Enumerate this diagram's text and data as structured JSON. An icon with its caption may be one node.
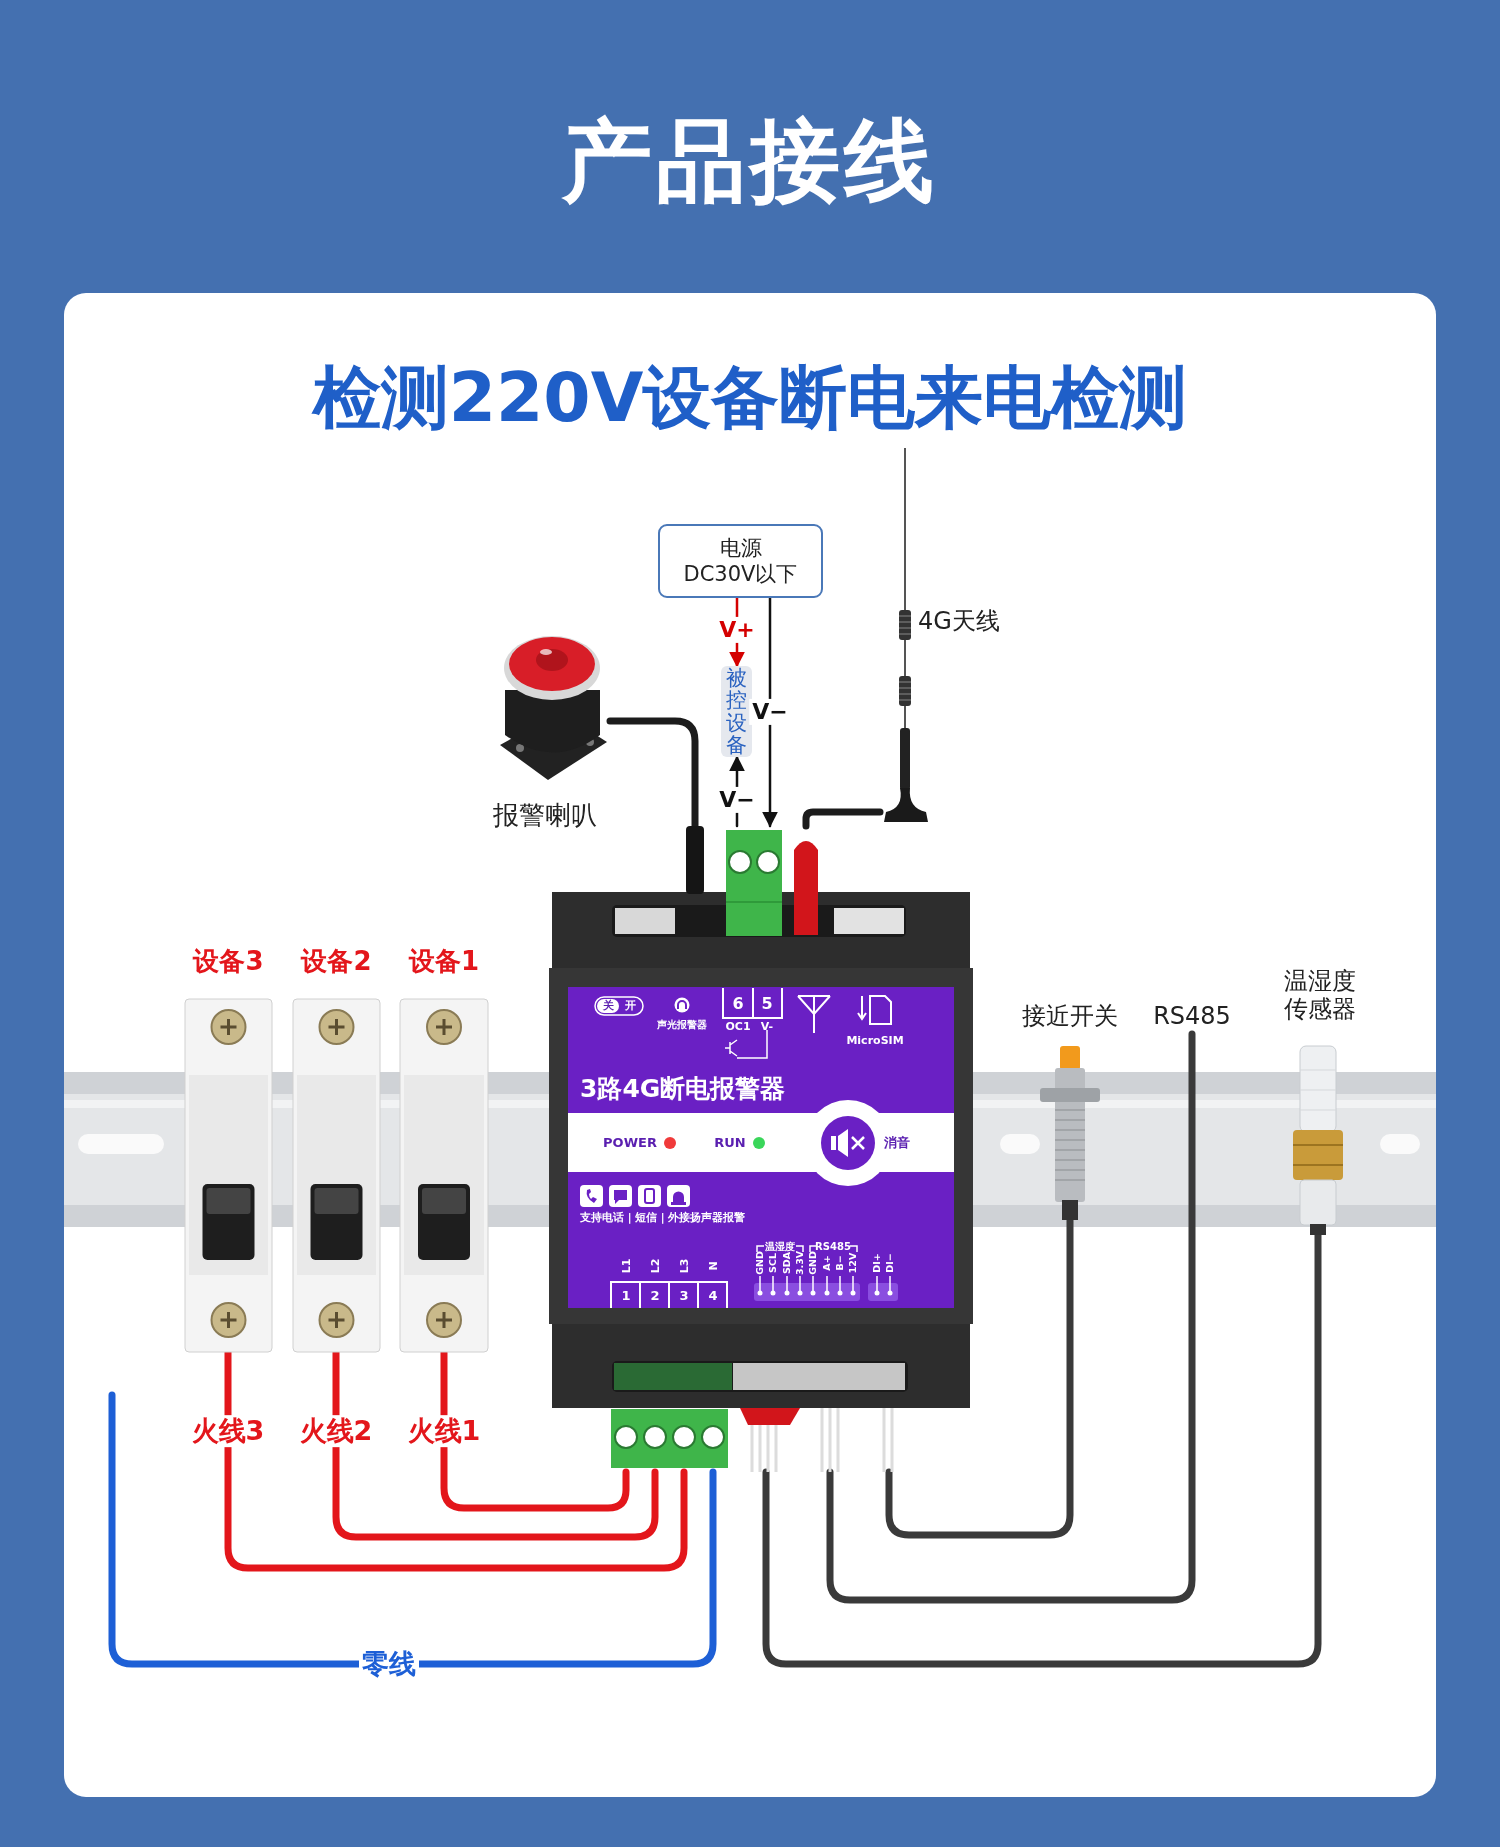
{
  "diagram": {
    "title": "产品接线",
    "nodes": [
      {
        "text": [
          "电源",
          "DC30V以下"
        ]
      },
      {
        "text": [
          "被控设备"
        ]
      },
      {
        "text": [
          "关",
          "开",
          "声光报警器",
          "6",
          "5",
          "OC1",
          "V-",
          "MicroSIM",
          "3路4G断电报警器",
          "POWER",
          "RUN",
          "消音",
          "支持电话 | 短信 | 外接扬声器报警",
          "温湿度",
          "RS485",
          "GND",
          "SCL",
          "SDA",
          "3.3V",
          "GND",
          "A+",
          "B−",
          "12V",
          "DI+",
          "DI−",
          "L1",
          "L2",
          "L3",
          "N",
          "1",
          "2",
          "3",
          "4"
        ]
      },
      {
        "text": [],
        "shape": "picture",
        "beside": [
          "报警喇叭"
        ]
      },
      {
        "text": [],
        "shape": "picture",
        "beside": [
          "4G天线"
        ]
      },
      {
        "text": [
          "设备3"
        ]
      },
      {
        "text": [
          "设备2"
        ]
      },
      {
        "text": [
          "设备1"
        ]
      },
      {
        "text": [
          "接近开关"
        ]
      },
      {
        "text": [
          "RS485"
        ]
      },
      {
        "text": [
          "温湿度传感器"
        ]
      }
    ],
    "edges": [
      {
        "from": 0,
        "to": 1,
        "arrow": "to",
        "label": "V+",
        "color": "#d40000"
      },
      {
        "from": 2,
        "to": 1,
        "arrow": "to",
        "label": "V−",
        "color": "#111111"
      },
      {
        "from": 0,
        "to": 2,
        "arrow": "to",
        "label": "V−",
        "color": "#111111"
      },
      {
        "from": 3,
        "to": 2,
        "arrow": "none",
        "color": "#1c1c1c"
      },
      {
        "from": 4,
        "to": 2,
        "arrow": "none",
        "color": "#1c1c1c"
      },
      {
        "from": 5,
        "to": 2,
        "arrow": "none",
        "label": "火线3",
        "color": "#e3161b"
      },
      {
        "from": 6,
        "to": 2,
        "arrow": "none",
        "label": "火线2",
        "color": "#e3161b"
      },
      {
        "from": 7,
        "to": 2,
        "arrow": "none",
        "label": "火线1",
        "color": "#e3161b"
      },
      {
        "from": null,
        "to": 2,
        "arrow": "none",
        "label": "零线",
        "color": "#1d5fd6"
      },
      {
        "from": 2,
        "to": 8,
        "arrow": "none",
        "color": "#3a3a3a"
      },
      {
        "from": 2,
        "to": 9,
        "arrow": "none",
        "color": "#3a3a3a"
      },
      {
        "from": 2,
        "to": 10,
        "arrow": "none",
        "color": "#3a3a3a"
      }
    ],
    "labels": [
      "检测220V设备断电来电检测"
    ]
  }
}
